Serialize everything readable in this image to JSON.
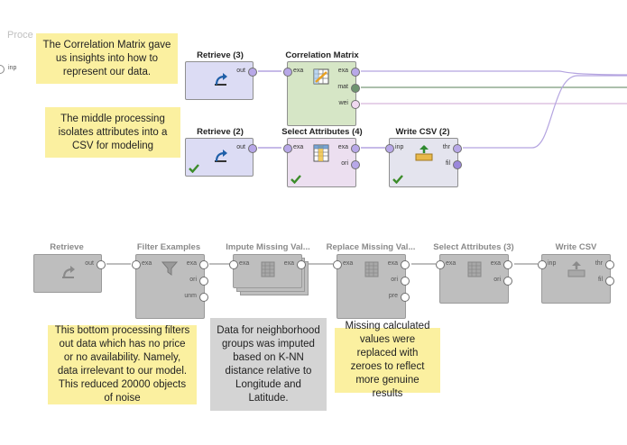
{
  "process": {
    "label": "Proce",
    "input_port": "inp"
  },
  "notes": {
    "n1": "The Correlation Matrix gave us insights into how to represent our data.",
    "n2": "The middle processing isolates attributes into a CSV for modeling",
    "n3": "This bottom processing filters out data which has no price or no availability. Namely, data irrelevant to our model. This reduced 20000 objects of noise",
    "n4": "Data for neighborhood groups was imputed based on K-NN distance relative to Longitude and Latitude.",
    "n5": "Missing calculated values were replaced with zeroes to reflect more genuine results"
  },
  "operators": {
    "retrieve3": {
      "title": "Retrieve (3)",
      "ports_out": [
        "out"
      ]
    },
    "correlation": {
      "title": "Correlation Matrix",
      "ports_in": [
        "exa"
      ],
      "ports_out": [
        "exa",
        "mat",
        "wei"
      ]
    },
    "retrieve2": {
      "title": "Retrieve (2)",
      "ports_out": [
        "out"
      ]
    },
    "select4": {
      "title": "Select Attributes (4)",
      "ports_in": [
        "exa"
      ],
      "ports_out": [
        "exa",
        "ori"
      ]
    },
    "writecsv2": {
      "title": "Write CSV (2)",
      "ports_in": [
        "inp"
      ],
      "ports_out": [
        "thr",
        "fil"
      ]
    },
    "retrieve_b": {
      "title": "Retrieve",
      "ports_out": [
        "out"
      ]
    },
    "filter": {
      "title": "Filter Examples",
      "ports_in": [
        "exa"
      ],
      "ports_out": [
        "exa",
        "ori",
        "unm"
      ]
    },
    "impute": {
      "title": "Impute Missing Val...",
      "ports_in": [
        "exa"
      ],
      "ports_out": [
        "exa"
      ]
    },
    "replace": {
      "title": "Replace Missing Val...",
      "ports_in": [
        "exa"
      ],
      "ports_out": [
        "exa",
        "ori",
        "pre"
      ]
    },
    "select3": {
      "title": "Select Attributes (3)",
      "ports_in": [
        "exa"
      ],
      "ports_out": [
        "exa",
        "ori"
      ]
    },
    "writecsv": {
      "title": "Write CSV",
      "ports_in": [
        "inp"
      ],
      "ports_out": [
        "thr",
        "fil"
      ]
    }
  },
  "colors": {
    "note_yellow": "#fbf0a0",
    "note_gray": "#d4d4d4",
    "wire_purple": "#b4a4e0",
    "wire_green": "#7a9a7a",
    "disabled": "#bebebe"
  }
}
